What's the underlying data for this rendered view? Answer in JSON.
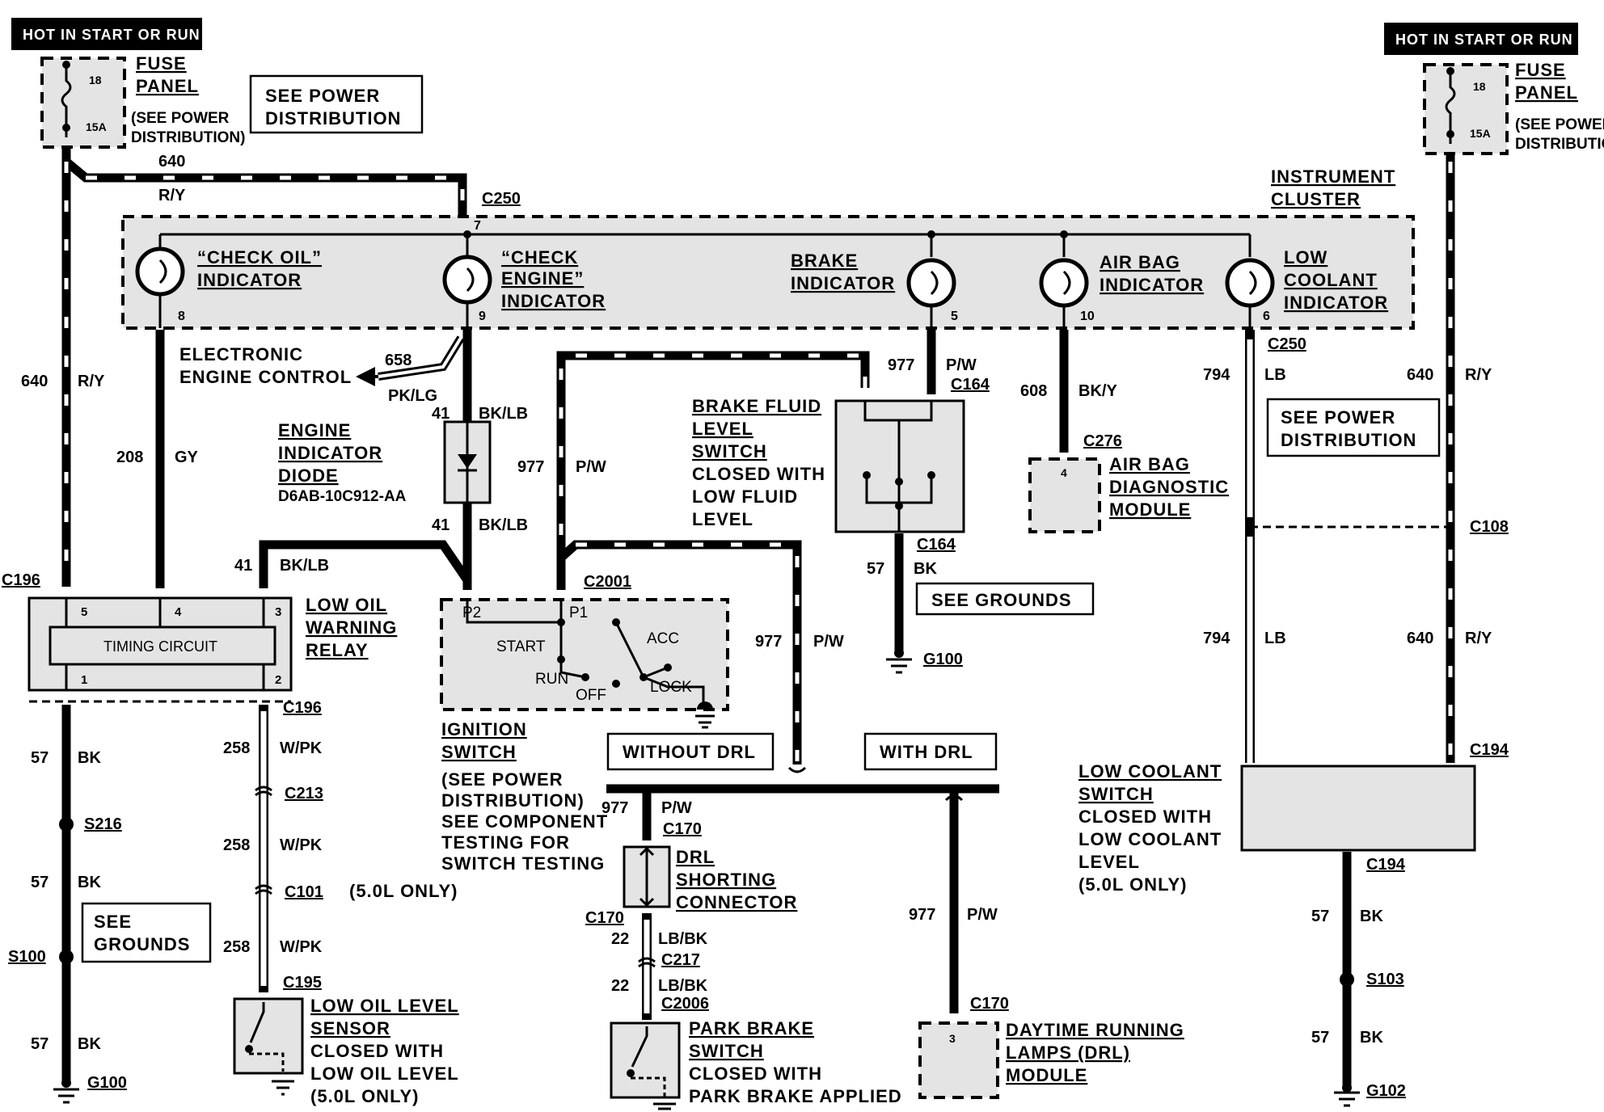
{
  "banners": {
    "left": "HOT IN START OR RUN",
    "right": "HOT IN START OR RUN"
  },
  "fuse_left": {
    "num": "18",
    "amp": "15A",
    "label1": "FUSE",
    "label2": "PANEL",
    "note1": "(SEE POWER",
    "note2": "DISTRIBUTION)"
  },
  "fuse_right": {
    "num": "18",
    "amp": "15A",
    "label1": "FUSE",
    "label2": "PANEL",
    "note1": "(SEE POWER",
    "note2": "DISTRIBUTION)"
  },
  "see_power_top": {
    "line1": "SEE POWER",
    "line2": "DISTRIBUTION"
  },
  "see_power_right": {
    "line1": "SEE POWER",
    "line2": "DISTRIBUTION"
  },
  "instrument_cluster": {
    "line1": "INSTRUMENT",
    "line2": "CLUSTER"
  },
  "indicators": {
    "check_oil": {
      "line1": "“CHECK OIL”",
      "line2": "INDICATOR",
      "pin": "8"
    },
    "check_engine": {
      "line1": "“CHECK",
      "line2": "ENGINE”",
      "line3": "INDICATOR",
      "pin_top": "7",
      "pin": "9"
    },
    "brake": {
      "line1": "BRAKE",
      "line2": "INDICATOR",
      "pin": "5"
    },
    "air_bag": {
      "line1": "AIR BAG",
      "line2": "INDICATOR",
      "pin": "10"
    },
    "low_coolant": {
      "line1": "LOW",
      "line2": "COOLANT",
      "line3": "INDICATOR",
      "pin": "6"
    }
  },
  "connectors": {
    "c250_top": "C250",
    "c250_right": "C250",
    "c164_top": "C164",
    "c164_bottom": "C164",
    "c276": "C276",
    "c108": "C108",
    "c196_left": "C196",
    "c196_bottom": "C196",
    "c2001": "C2001",
    "c213": "C213",
    "c101": "C101",
    "c101_note": "(5.0L ONLY)",
    "c195": "C195",
    "c170_a": "C170",
    "c170_b": "C170",
    "c170_c": "C170",
    "c217": "C217",
    "c2006": "C2006",
    "c194_a": "C194",
    "c194_b": "C194",
    "s216": "S216",
    "s100": "S100",
    "s103": "S103",
    "g100_a": "G100",
    "g100_b": "G100",
    "g102": "G102"
  },
  "wires": {
    "w640_top": "640",
    "ry_top": "R/Y",
    "w640_left": "640",
    "ry_left": "R/Y",
    "w208": "208",
    "gy": "GY",
    "w658": "658",
    "pklg": "PK/LG",
    "w41_a": "41",
    "bklb_a": "BK/LB",
    "w41_b": "41",
    "bklb_b": "BK/LB",
    "w41_c": "41",
    "bklb_c": "BK/LB",
    "w977_a": "977",
    "pw_a": "P/W",
    "w977_b": "977",
    "pw_b": "P/W",
    "w977_c": "977",
    "pw_c": "P/W",
    "w977_d": "977",
    "pw_d": "P/W",
    "w977_e": "977",
    "pw_e": "P/W",
    "w608": "608",
    "bky": "BK/Y",
    "w794_a": "794",
    "lb_a": "LB",
    "w794_b": "794",
    "lb_b": "LB",
    "w640_r1": "640",
    "ry_r1": "R/Y",
    "w640_r2": "640",
    "ry_r2": "R/Y",
    "w57_a": "57",
    "bk_a": "BK",
    "w57_b": "57",
    "bk_b": "BK",
    "w57_c": "57",
    "bk_c": "BK",
    "w57_d": "57",
    "bk_d": "BK",
    "w57_e": "57",
    "bk_e": "BK",
    "w57_f": "57",
    "bk_f": "BK",
    "w258_a": "258",
    "wpk_a": "W/PK",
    "w258_b": "258",
    "wpk_b": "W/PK",
    "w258_c": "258",
    "wpk_c": "W/PK",
    "w22_a": "22",
    "lbbk_a": "LB/BK",
    "w22_b": "22",
    "lbbk_b": "LB/BK"
  },
  "eec": {
    "line1": "ELECTRONIC",
    "line2": "ENGINE CONTROL"
  },
  "diode": {
    "line1": "ENGINE",
    "line2": "INDICATOR",
    "line3": "DIODE",
    "part": "D6AB-10C912-AA"
  },
  "brake_fluid": {
    "line1": "BRAKE FLUID",
    "line2": "LEVEL",
    "line3": "SWITCH",
    "line4": "CLOSED WITH",
    "line5": "LOW FLUID",
    "line6": "LEVEL"
  },
  "air_bag_module": {
    "line1": "AIR BAG",
    "line2": "DIAGNOSTIC",
    "line3": "MODULE",
    "pin": "4"
  },
  "relay": {
    "line1": "LOW OIL",
    "line2": "WARNING",
    "line3": "RELAY",
    "timing": "TIMING CIRCUIT",
    "p5": "5",
    "p4": "4",
    "p3": "3",
    "p1": "1",
    "p2": "2"
  },
  "ignition": {
    "p2": "P2",
    "p1": "P1",
    "start": "START",
    "run": "RUN",
    "off": "OFF",
    "acc": "ACC",
    "lock": "LOCK",
    "line1": "IGNITION",
    "line2": "SWITCH",
    "line3": "(SEE POWER",
    "line4": "DISTRIBUTION)",
    "line5": "SEE COMPONENT",
    "line6": "TESTING FOR",
    "line7": "SWITCH TESTING"
  },
  "without_drl": "WITHOUT DRL",
  "with_drl": "WITH DRL",
  "see_grounds_a": "SEE GROUNDS",
  "see_grounds_b": {
    "line1": "SEE",
    "line2": "GROUNDS"
  },
  "drl_shorting": {
    "line1": "DRL",
    "line2": "SHORTING",
    "line3": "CONNECTOR"
  },
  "park_brake": {
    "line1": "PARK BRAKE",
    "line2": "SWITCH",
    "line3": "CLOSED WITH",
    "line4": "PARK BRAKE APPLIED"
  },
  "drl_module": {
    "line1": "DAYTIME RUNNING",
    "line2": "LAMPS (DRL)",
    "line3": "MODULE",
    "pin": "3"
  },
  "low_coolant_switch": {
    "line1": "LOW COOLANT",
    "line2": "SWITCH",
    "line3": "CLOSED WITH",
    "line4": "LOW COOLANT",
    "line5": "LEVEL",
    "line6": "(5.0L ONLY)"
  },
  "low_oil_sensor": {
    "line1": "LOW OIL LEVEL",
    "line2": "SENSOR",
    "line3": "CLOSED WITH",
    "line4": "LOW OIL LEVEL",
    "line5": "(5.0L ONLY)"
  }
}
